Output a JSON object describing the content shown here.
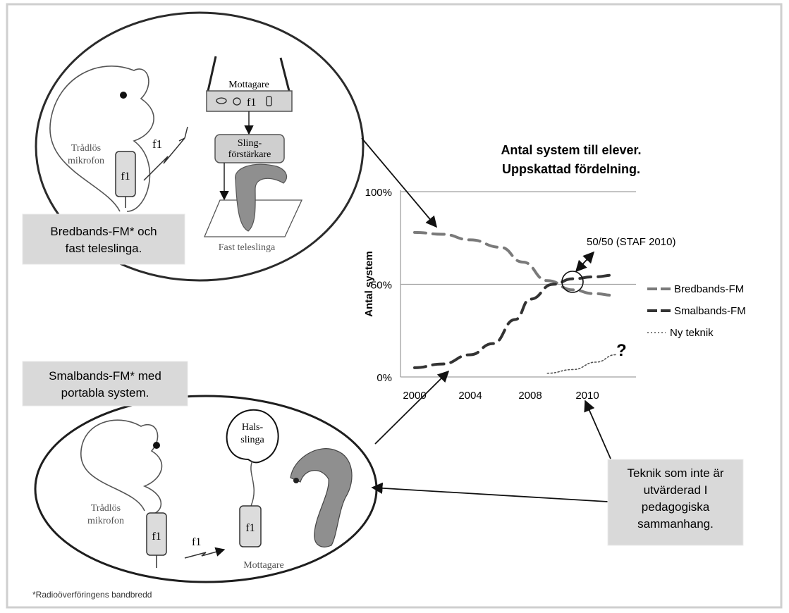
{
  "chart_data": {
    "type": "line",
    "title": "Antal system till elever. Uppskattad fördelning.",
    "title_lines": [
      "Antal system till elever.",
      "Uppskattad fördelning."
    ],
    "ylabel": "Antal system",
    "xlabel": "",
    "x_ticks": [
      {
        "value": 2000,
        "label": "2000"
      },
      {
        "value": 2004,
        "label": "2004"
      },
      {
        "value": 2008,
        "label": "2008"
      },
      {
        "value": 2010,
        "label": "2010"
      }
    ],
    "y_ticks": [
      {
        "value": 0,
        "label": "0%"
      },
      {
        "value": 50,
        "label": "50%"
      },
      {
        "value": 100,
        "label": "100%"
      }
    ],
    "ylim": [
      0,
      100
    ],
    "grid": "horizontal",
    "legend_position": "right",
    "series": [
      {
        "name": "Bredbands-FM",
        "style": "dashed",
        "color": "#7a7a7a",
        "points": [
          [
            2000,
            78
          ],
          [
            2002,
            77
          ],
          [
            2004,
            74
          ],
          [
            2006,
            70
          ],
          [
            2007.5,
            62
          ],
          [
            2008.6,
            52
          ],
          [
            2009.5,
            47
          ],
          [
            2010.2,
            45
          ],
          [
            2011,
            44
          ]
        ]
      },
      {
        "name": "Smalbands-FM",
        "style": "dashed",
        "color": "#333333",
        "points": [
          [
            2000,
            5
          ],
          [
            2002,
            7
          ],
          [
            2004,
            12
          ],
          [
            2005.5,
            18
          ],
          [
            2007,
            31
          ],
          [
            2008,
            42
          ],
          [
            2008.8,
            50
          ],
          [
            2009.5,
            53
          ],
          [
            2010.2,
            54
          ],
          [
            2011,
            55
          ]
        ]
      },
      {
        "name": "Ny teknik",
        "style": "dotted",
        "color": "#555555",
        "points": [
          [
            2008.6,
            2
          ],
          [
            2009.5,
            4
          ],
          [
            2010.3,
            8
          ],
          [
            2011,
            12
          ]
        ]
      }
    ],
    "annotations": [
      {
        "text": "50/50 (STAF 2010)"
      },
      {
        "text": "?"
      }
    ]
  },
  "top_diagram": {
    "receiver_label": "Mottagare",
    "receiver_channel": "f1",
    "loop_amp_lines": [
      "Sling-",
      "förstärkare"
    ],
    "fixed_loop_label": "Fast teleslinga",
    "mic_lines": [
      "Trådlös",
      "mikrofon"
    ],
    "mic_channel": "f1",
    "signal_label": "f1",
    "caption_lines": [
      "Bredbands-FM* och",
      "fast teleslinga."
    ]
  },
  "bottom_diagram": {
    "neckloop_lines": [
      "Hals-",
      "slinga"
    ],
    "mic_lines": [
      "Trådlös",
      "mikrofon"
    ],
    "mic_channel": "f1",
    "receiver_channel": "f1",
    "signal_label": "f1",
    "receiver_label": "Mottagare",
    "caption_lines": [
      "Smalbands-FM* med",
      "portabla system."
    ]
  },
  "note_box_lines": [
    "Teknik som inte är",
    "utvärderad I",
    "pedagogiska",
    "sammanhang."
  ],
  "footnote": "*Radioöverföringens bandbredd",
  "colors": {
    "background": "#ffffff",
    "caption_box": "#d9d9d9",
    "loop_amp_box": "#cfcfcf",
    "receiver_box": "#d4d4d4",
    "hearing_aid": "#8f8f8f"
  }
}
